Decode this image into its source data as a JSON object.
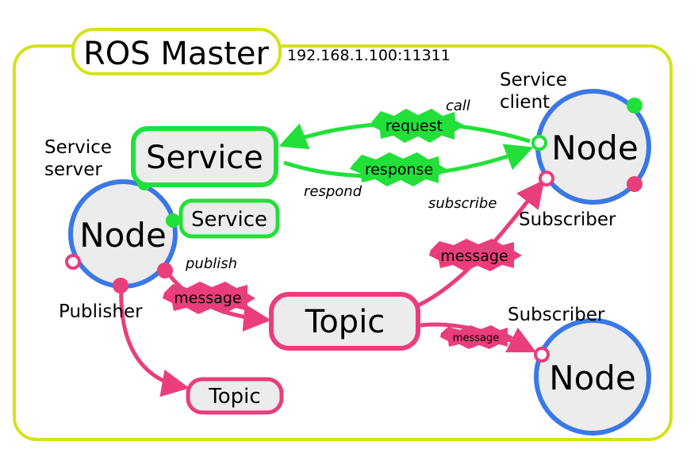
{
  "master": {
    "title": "ROS Master",
    "address": "192.168.1.100:11311"
  },
  "nodes": {
    "server": "Node",
    "client": "Node",
    "subscriber2": "Node"
  },
  "labels": {
    "service_server": [
      "Service",
      "server"
    ],
    "service_client": [
      "Service",
      "client"
    ],
    "publisher": "Publisher",
    "subscriber1": "Subscriber",
    "subscriber2": "Subscriber"
  },
  "boxes": {
    "service_main": "Service",
    "service_small": "Service",
    "topic_main": "Topic",
    "topic_small": "Topic"
  },
  "edges": {
    "call": "call",
    "respond": "respond",
    "subscribe": "subscribe",
    "publish": "publish"
  },
  "bursts": {
    "request": "request",
    "response": "response",
    "message_pub": "message",
    "message_sub1": "message",
    "message_sub2": "message"
  },
  "colors": {
    "master_border": "#d4e21a",
    "service_green": "#22e03a",
    "topic_pink": "#ea3d7c",
    "node_blue": "#3a78e6",
    "node_fill": "#ececec"
  }
}
